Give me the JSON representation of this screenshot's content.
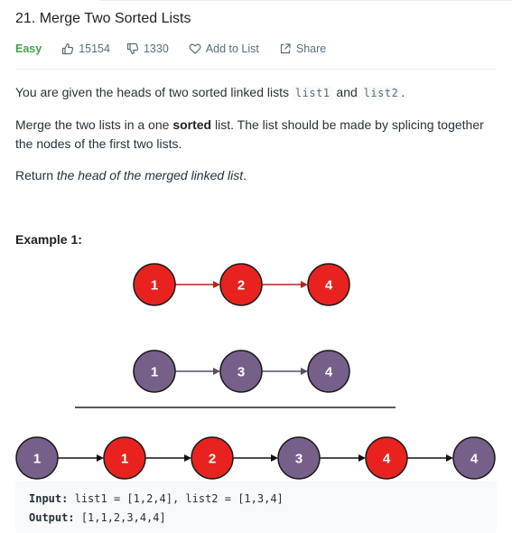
{
  "problem": {
    "title": "21. Merge Two Sorted Lists",
    "difficulty": "Easy",
    "likes": "15154",
    "dislikes": "1330",
    "add_to_list": "Add to List",
    "share": "Share"
  },
  "description": {
    "p1_prefix": "You are given the heads of two sorted linked lists",
    "p1_code1": "list1",
    "p1_and": "and",
    "p1_code2": "list2",
    "p1_suffix": ".",
    "p2_prefix": "Merge the two lists in a one",
    "p2_bold": "sorted",
    "p2_line1_rest": "list. The list should be made by splicing together",
    "p2_line2": "the nodes of the first two lists.",
    "p3_prefix": "Return",
    "p3_italic": "the head of the merged linked list",
    "p3_suffix": "."
  },
  "example": {
    "title": "Example 1:",
    "list1_nodes": [
      "1",
      "2",
      "4"
    ],
    "list2_nodes": [
      "1",
      "3",
      "4"
    ],
    "merged_nodes": [
      "1",
      "1",
      "2",
      "3",
      "4",
      "4"
    ],
    "input_label": "Input:",
    "input_value": "list1 = [1,2,4], list2 = [1,3,4]",
    "output_label": "Output:",
    "output_value": "[1,1,2,3,4,4]"
  },
  "colors": {
    "red_node": "#e8231f",
    "purple_node": "#76608a",
    "easy": "#43a047"
  },
  "icons": [
    "thumbs-up-icon",
    "thumbs-down-icon",
    "heart-icon",
    "share-icon"
  ]
}
